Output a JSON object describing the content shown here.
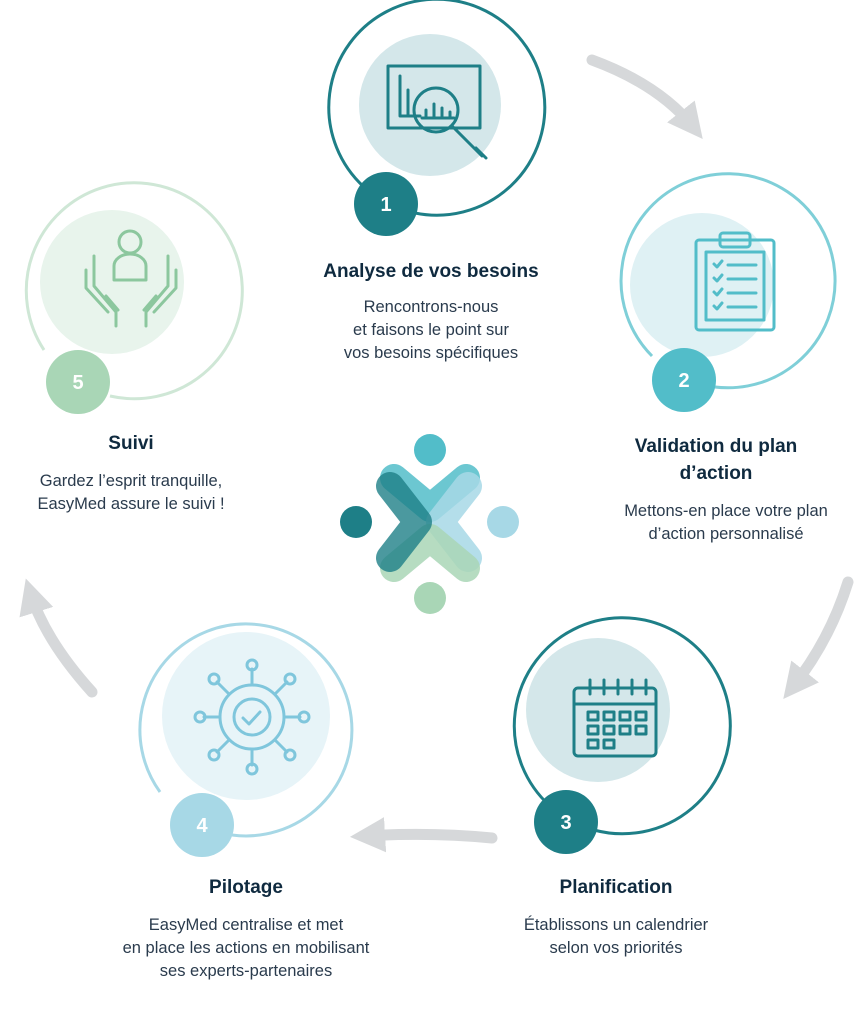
{
  "steps": [
    {
      "number": "1",
      "title": [
        "Analyse de vos besoins"
      ],
      "description": [
        "Rencontrons-nous",
        "et faisons le point sur",
        "vos besoins spécifiques"
      ],
      "icon": "magnifier-chart-icon",
      "color": "#1e7f87"
    },
    {
      "number": "2",
      "title": [
        "Validation du plan",
        "d’action"
      ],
      "description": [
        "Mettons-en place votre plan",
        "d’action personnalisé"
      ],
      "icon": "clipboard-checklist-icon",
      "color": "#52bdc9"
    },
    {
      "number": "3",
      "title": [
        "Planification"
      ],
      "description": [
        "Établissons un calendrier",
        "selon vos priorités"
      ],
      "icon": "calendar-icon",
      "color": "#1e7f87"
    },
    {
      "number": "4",
      "title": [
        "Pilotage"
      ],
      "description": [
        "EasyMed centralise et met",
        "en place les actions en mobilisant",
        "ses experts-partenaires"
      ],
      "icon": "gear-network-icon",
      "color": "#a7d8e6"
    },
    {
      "number": "5",
      "title": [
        "Suivi"
      ],
      "description": [
        "Gardez l’esprit tranquille,",
        "EasyMed assure le suivi !"
      ],
      "icon": "hands-person-icon",
      "color": "#a9d6b6"
    }
  ],
  "colors": {
    "dark_teal": "#1e7f87",
    "teal": "#52bdc9",
    "light_blue": "#a7d8e6",
    "light_green": "#a9d6b6",
    "arrow_grey": "#d6d8da",
    "text_dark": "#0f2a3f"
  },
  "center_logo": "easymed-logo"
}
